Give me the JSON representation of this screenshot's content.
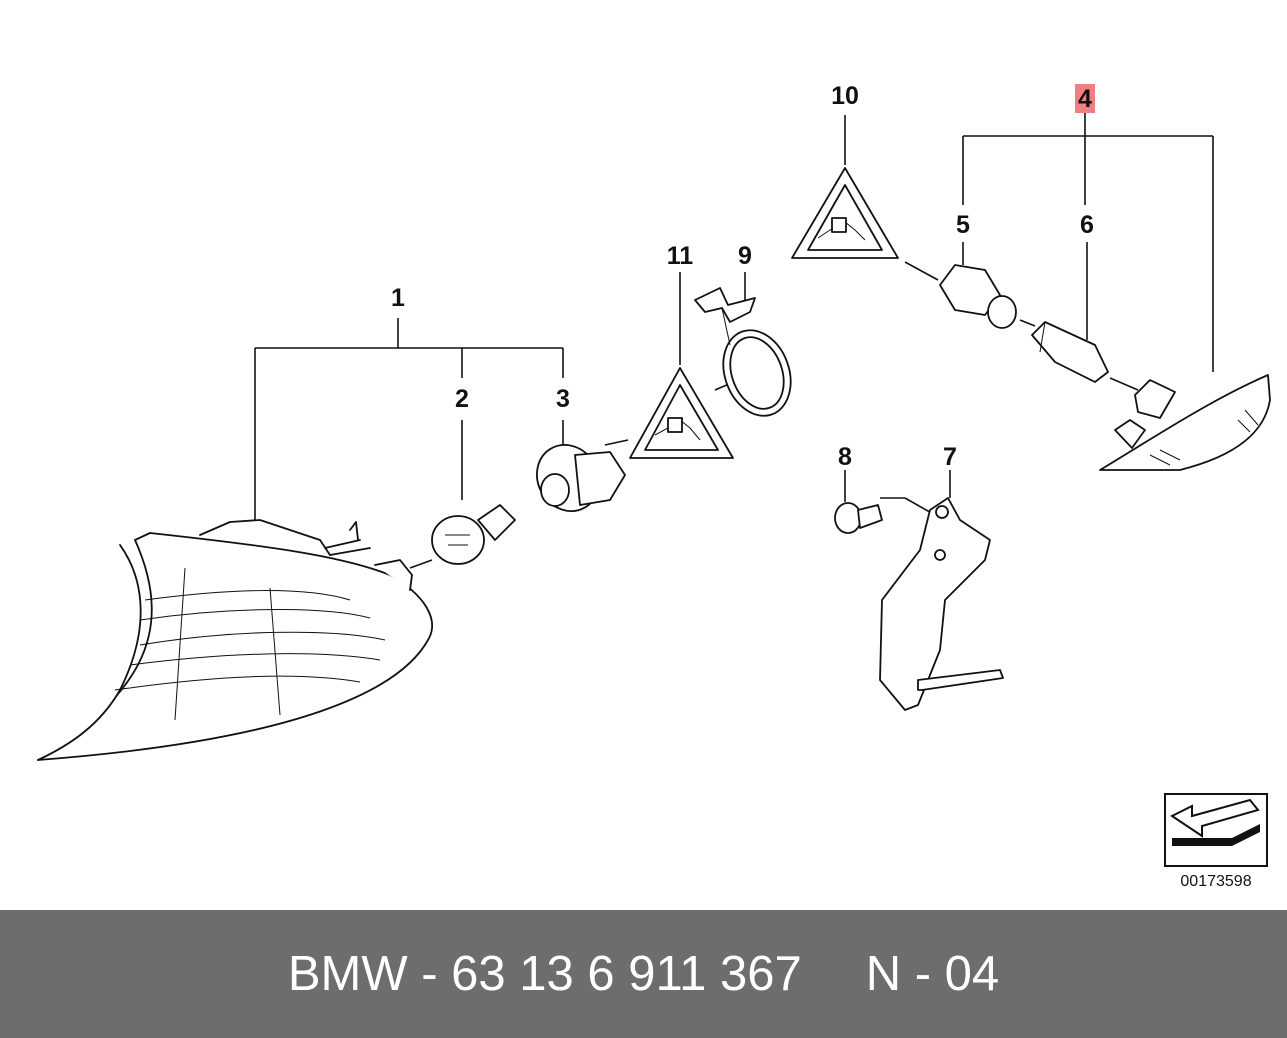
{
  "callouts": {
    "c1": "1",
    "c2": "2",
    "c3": "3",
    "c4": "4",
    "c5": "5",
    "c6": "6",
    "c7": "7",
    "c8": "8",
    "c9": "9",
    "c10": "10",
    "c11": "11"
  },
  "highlight_color": "#f08080",
  "diagram_id": "00173598",
  "footer": {
    "part_number": "BMW - 63 13 6 911 367",
    "code": "N - 04"
  }
}
